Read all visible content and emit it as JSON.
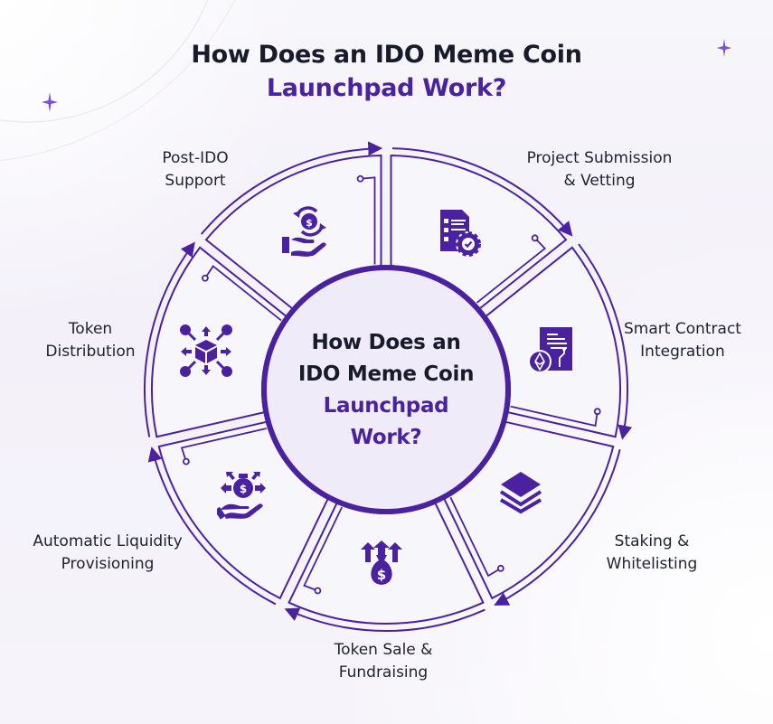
{
  "title": {
    "line1": "How Does an IDO Meme Coin",
    "line2": "Launchpad Work?"
  },
  "center": {
    "line1": "How Does an",
    "line2": "IDO Meme Coin",
    "line3": "Launchpad",
    "line4": "Work?"
  },
  "colors": {
    "primary": "#4a22a0",
    "text": "#1d2130",
    "background": "#f5f3f9",
    "center_fill": "#efebf8"
  },
  "steps": [
    {
      "line1": "Project Submission",
      "line2": "& Vetting",
      "icon": "document-gear-check-icon"
    },
    {
      "line1": "Smart Contract",
      "line2": "Integration",
      "icon": "ethereum-contract-icon"
    },
    {
      "line1": "Staking &",
      "line2": "Whitelisting",
      "icon": "layers-stack-icon"
    },
    {
      "line1": "Token Sale &",
      "line2": "Fundraising",
      "icon": "money-bag-arrows-up-icon"
    },
    {
      "line1": "Automatic Liquidity",
      "line2": "Provisioning",
      "icon": "hand-money-bag-arrows-icon"
    },
    {
      "line1": "Token",
      "line2": "Distribution",
      "icon": "cube-network-icon"
    },
    {
      "line1": "Post-IDO",
      "line2": "Support",
      "icon": "hand-dollar-cycle-icon"
    }
  ]
}
